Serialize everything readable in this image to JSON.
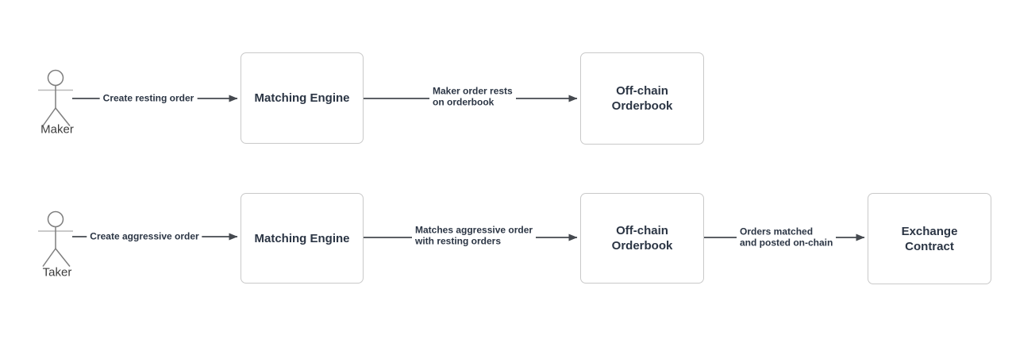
{
  "diagram": {
    "actors": [
      {
        "label": "Maker"
      },
      {
        "label": "Taker"
      }
    ],
    "nodes": [
      {
        "line1": "Matching Engine",
        "line2": ""
      },
      {
        "line1": "Off-chain",
        "line2": "Orderbook"
      },
      {
        "line1": "Matching Engine",
        "line2": ""
      },
      {
        "line1": "Off-chain",
        "line2": "Orderbook"
      },
      {
        "line1": "Exchange",
        "line2": "Contract"
      }
    ],
    "edges": [
      {
        "line1": "Create resting order",
        "line2": ""
      },
      {
        "line1": "Maker order rests",
        "line2": "on orderbook"
      },
      {
        "line1": "Create aggressive order",
        "line2": ""
      },
      {
        "line1": "Matches aggressive order",
        "line2": "with resting orders"
      },
      {
        "line1": "Orders matched",
        "line2": "and posted on-chain"
      }
    ]
  },
  "colors": {
    "background": "#ffffff",
    "box_border": "#c9c9c9",
    "box_text": "#2b3544",
    "edge_line": "#45494f",
    "edge_text": "#2b3544",
    "actor_stroke": "#7e7e7e",
    "actor_arms": "#b9b9b9",
    "actor_text": "#3b3b3b"
  }
}
